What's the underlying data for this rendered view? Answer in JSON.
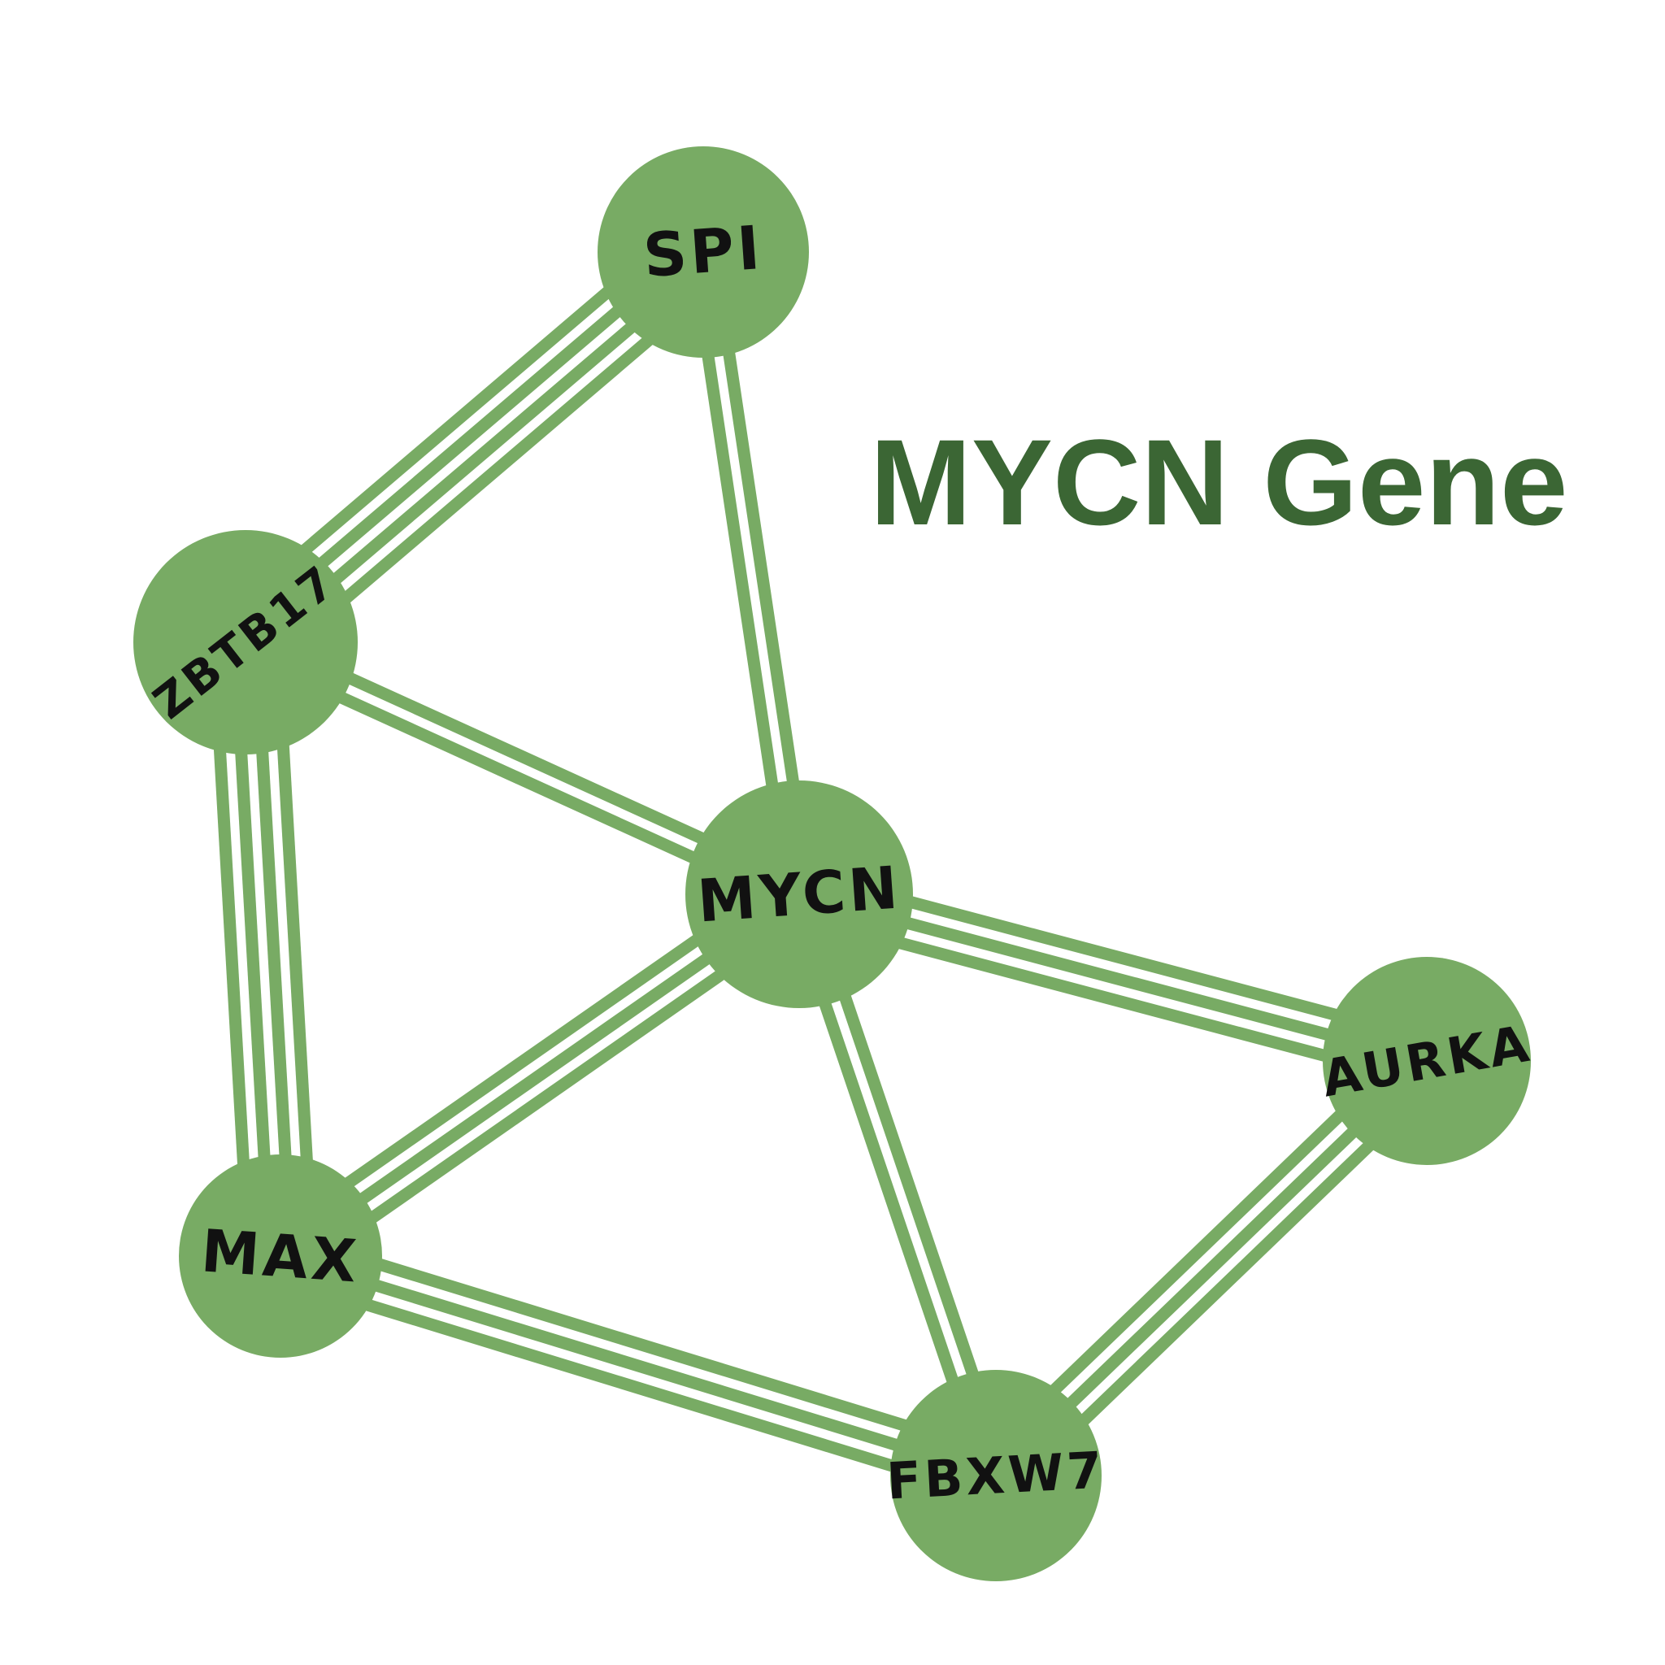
{
  "title": "MYCN Gene",
  "colors": {
    "node": "#78ab64",
    "edge": "#78ab64",
    "title": "#3b6634",
    "label": "#111111",
    "background": "#ffffff"
  },
  "nodes": [
    {
      "id": "SPI",
      "label": "SPI"
    },
    {
      "id": "ZBTB17",
      "label": "ZBTB17"
    },
    {
      "id": "MYCN",
      "label": "MYCN"
    },
    {
      "id": "AURKA",
      "label": "AURKA"
    },
    {
      "id": "MAX",
      "label": "MAX"
    },
    {
      "id": "FBXW7",
      "label": "FBXW7"
    }
  ],
  "edges": [
    {
      "source": "SPI",
      "target": "ZBTB17",
      "strands": 4
    },
    {
      "source": "SPI",
      "target": "MYCN",
      "strands": 2
    },
    {
      "source": "ZBTB17",
      "target": "MYCN",
      "strands": 2
    },
    {
      "source": "ZBTB17",
      "target": "MAX",
      "strands": 4
    },
    {
      "source": "MYCN",
      "target": "MAX",
      "strands": 3
    },
    {
      "source": "MYCN",
      "target": "AURKA",
      "strands": 3
    },
    {
      "source": "MYCN",
      "target": "FBXW7",
      "strands": 2
    },
    {
      "source": "MAX",
      "target": "FBXW7",
      "strands": 3
    },
    {
      "source": "AURKA",
      "target": "FBXW7",
      "strands": 3
    }
  ]
}
